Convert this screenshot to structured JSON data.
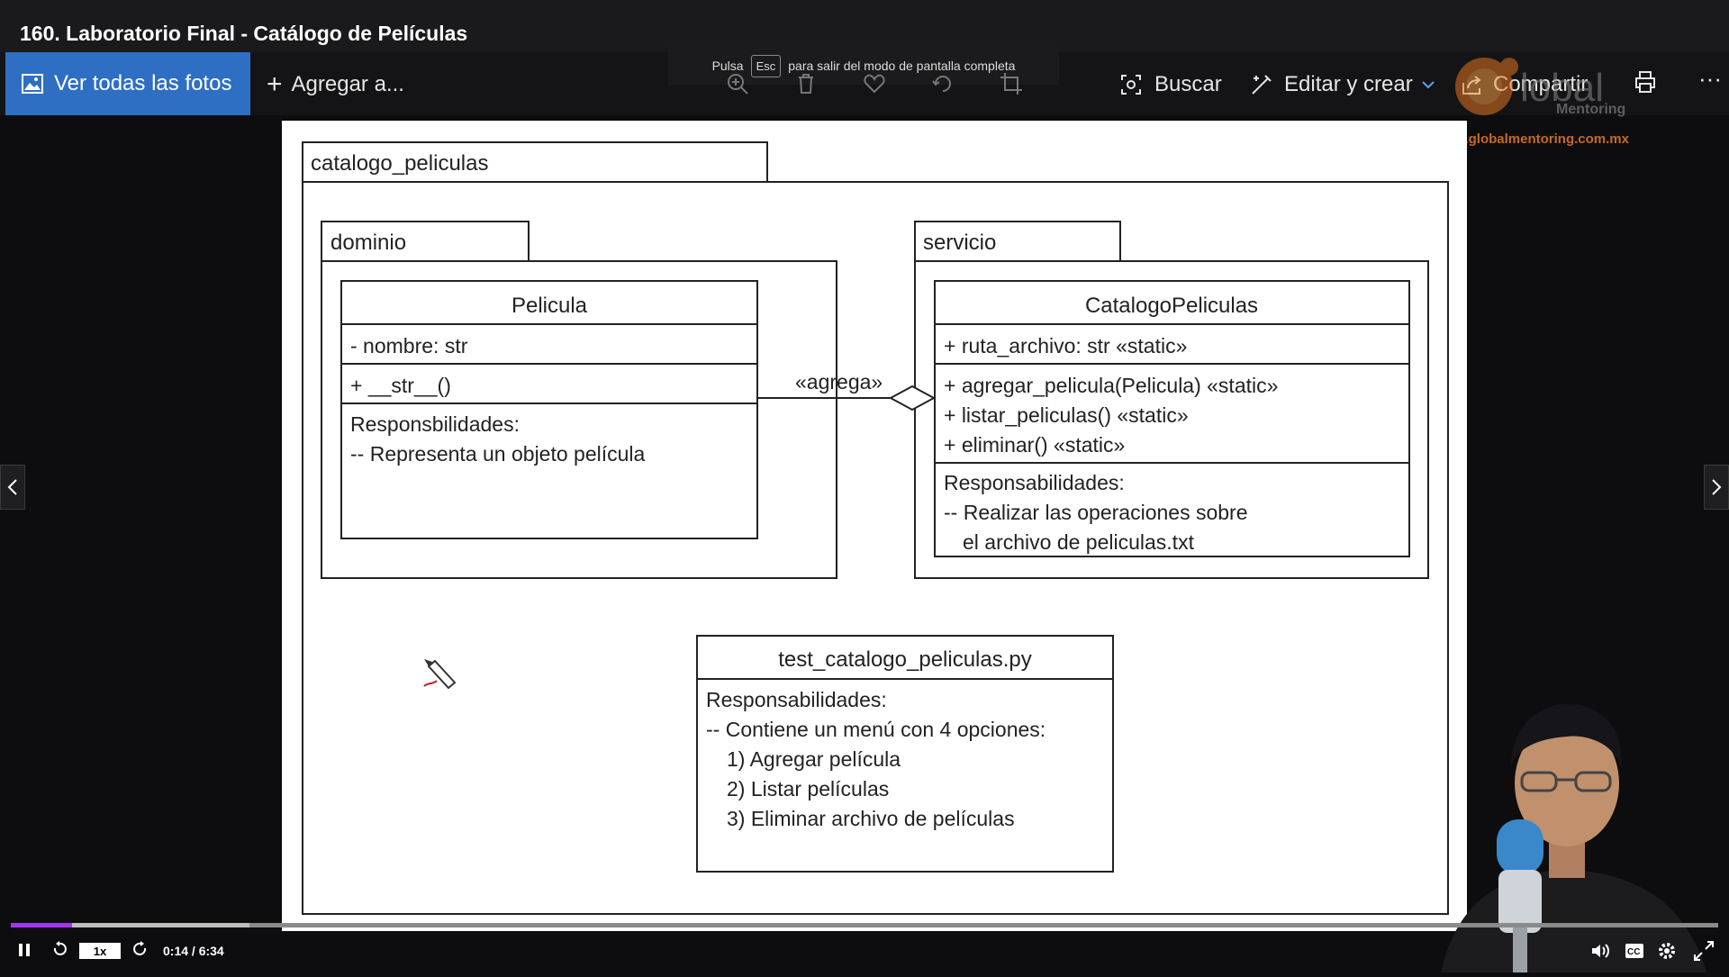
{
  "window": {
    "title": "160. Laboratorio Final - Catálogo de Películas"
  },
  "toolbar": {
    "view_all": "Ver todas las fotos",
    "add_to": "Agregar a...",
    "search": "Buscar",
    "edit_create": "Editar y crear",
    "share": "Compartir",
    "esc_hint_before": "Pulsa",
    "esc_key": "Esc",
    "esc_hint_after": "para salir del modo de pantalla completa"
  },
  "watermark": {
    "logo": "Global Mentoring",
    "url": "www.globalmentoring.com.mx"
  },
  "diagram": {
    "root_package": "catalogo_peliculas",
    "domain_package": "dominio",
    "service_package": "servicio",
    "pelicula": {
      "name": "Pelicula",
      "attribute": "- nombre: str",
      "method": "+ __str__()",
      "resp_title": "Responsbilidades:",
      "resp_line": "-- Representa un objeto película"
    },
    "catalogo": {
      "name": "CatalogoPeliculas",
      "attribute": "+ ruta_archivo: str «static»",
      "method1": "+ agregar_pelicula(Pelicula) «static»",
      "method2": "+ listar_peliculas() «static»",
      "method3": "+ eliminar() «static»",
      "resp_title": "Responsabilidades:",
      "resp_line1": "-- Realizar las operaciones sobre",
      "resp_line2": "el archivo de peliculas.txt"
    },
    "association": "«agrega»",
    "test": {
      "name": "test_catalogo_peliculas.py",
      "resp_title": "Responsabilidades:",
      "resp_line1": "-- Contiene un menú con 4 opciones:",
      "opt1": "1) Agregar película",
      "opt2": "2) Listar películas",
      "opt3": "3) Eliminar archivo de películas"
    }
  },
  "player": {
    "rate": "1x",
    "time": "0:14 / 6:34",
    "progress": 0.036,
    "buffered": 0.14
  },
  "colors": {
    "accent": "#a435f0",
    "view_all_bg": "#2e6fc4",
    "watermark": "#c96a1c"
  }
}
